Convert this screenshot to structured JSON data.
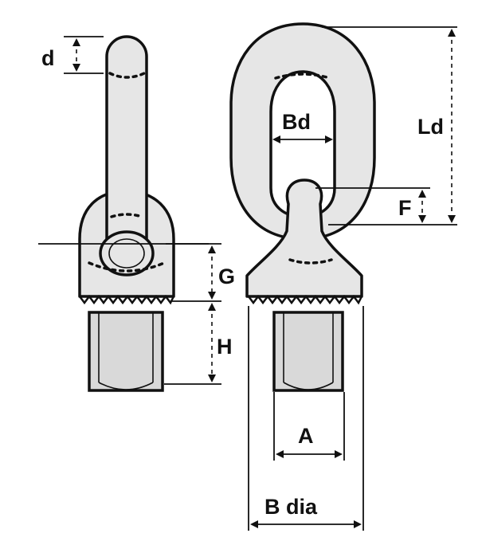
{
  "labels": {
    "d": "d",
    "bd": "Bd",
    "ld": "Ld",
    "f": "F",
    "g": "G",
    "h": "H",
    "a": "A",
    "b_dia": "B dia"
  }
}
